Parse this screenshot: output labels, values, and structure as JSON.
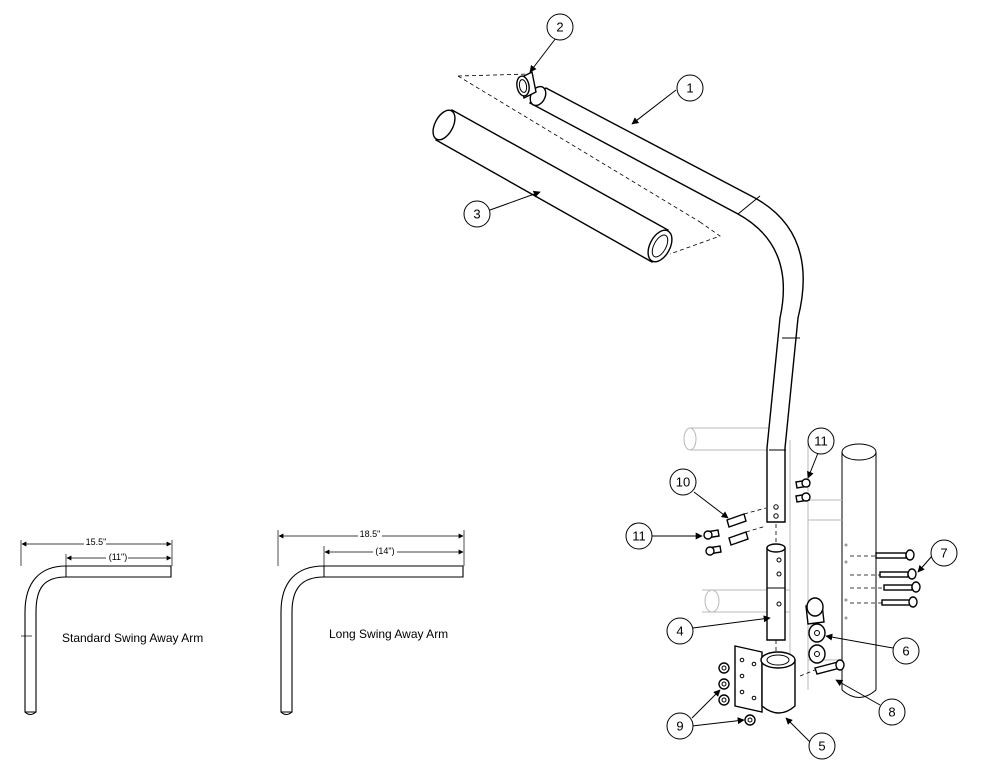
{
  "callouts": [
    "1",
    "2",
    "3",
    "4",
    "5",
    "6",
    "7",
    "8",
    "9",
    "10",
    "11",
    "11"
  ],
  "standard_arm": {
    "caption": "Standard Swing Away Arm",
    "overall_dim": "15.5\"",
    "inner_dim": "(11\")"
  },
  "long_arm": {
    "caption": "Long Swing Away Arm",
    "overall_dim": "18.5\"",
    "inner_dim": "(14\")"
  }
}
